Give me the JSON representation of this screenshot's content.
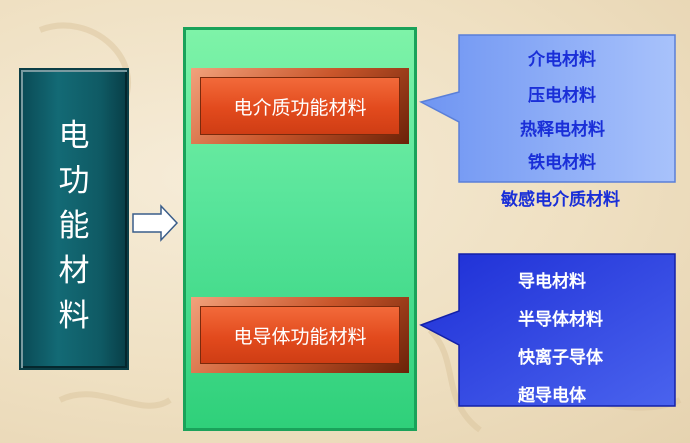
{
  "left": {
    "title_chars": [
      "电",
      "功",
      "能",
      "材",
      "料"
    ]
  },
  "center": {
    "top_label": "电介质功能材料",
    "bottom_label": "电导体功能材料"
  },
  "top_panel": {
    "items": [
      "介电材料",
      "压电材料",
      "热释电材料",
      "铁电材料",
      "敏感电介质材料"
    ]
  },
  "bottom_panel": {
    "items": [
      "导电材料",
      "半导体材料",
      "快离子导体",
      "超导电体"
    ]
  },
  "colors": {
    "left_box": "#0f5a64",
    "center_green": "#57e49a",
    "label_red": "#e24a1d",
    "top_blue": "#7fa3f6",
    "bottom_blue": "#2b3fe0"
  }
}
